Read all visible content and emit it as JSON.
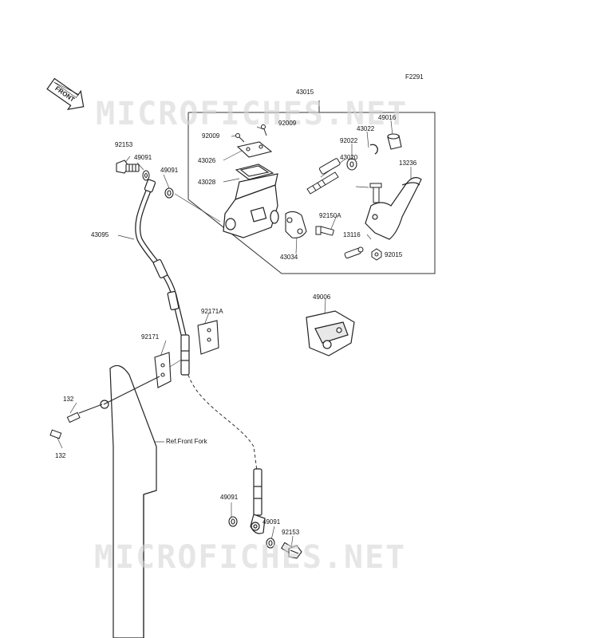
{
  "diagram_code": "F2291",
  "front_indicator": "FRONT",
  "watermark": "MICROFICHES.NET",
  "ref_note": "Ref.Front Fork",
  "parts": [
    {
      "id": "43015"
    },
    {
      "id": "92009a",
      "num": "92009"
    },
    {
      "id": "92009b",
      "num": "92009"
    },
    {
      "id": "43022"
    },
    {
      "id": "49016"
    },
    {
      "id": "92022"
    },
    {
      "id": "43026"
    },
    {
      "id": "43020"
    },
    {
      "id": "13236"
    },
    {
      "id": "43028"
    },
    {
      "id": "92150"
    },
    {
      "id": "92150A"
    },
    {
      "id": "13116"
    },
    {
      "id": "92015"
    },
    {
      "id": "43034"
    },
    {
      "id": "92153a",
      "num": "92153"
    },
    {
      "id": "49091a",
      "num": "49091"
    },
    {
      "id": "49091b",
      "num": "49091"
    },
    {
      "id": "43095"
    },
    {
      "id": "49006"
    },
    {
      "id": "92171A"
    },
    {
      "id": "92171"
    },
    {
      "id": "132a",
      "num": "132"
    },
    {
      "id": "132b",
      "num": "132"
    },
    {
      "id": "49091c",
      "num": "49091"
    },
    {
      "id": "49091d",
      "num": "49091"
    },
    {
      "id": "92153b",
      "num": "92153"
    }
  ]
}
